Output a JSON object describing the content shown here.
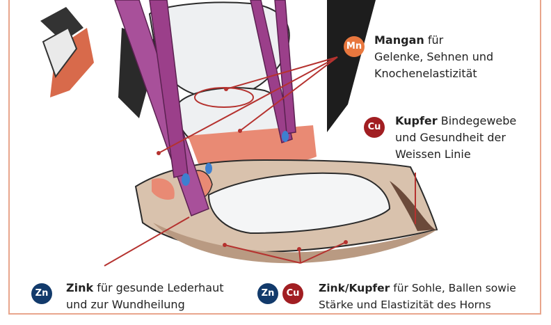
{
  "colors": {
    "frame": "#e8a58c",
    "leader": "#b5322f",
    "tendon": "#9b3f8a",
    "bone": "#eef0f2",
    "coronet": "#e0735c",
    "hoof_wall": "#c7a98f",
    "mangan_badge": "#e8773e",
    "kupfer_badge": "#a11e22",
    "zink_badge": "#123a6b"
  },
  "callouts": {
    "mangan": {
      "badge": "Mn",
      "title": "Mangan",
      "line1_rest": " für",
      "line2": "Gelenke, Sehnen und",
      "line3": "Knochenelastizität"
    },
    "kupfer": {
      "badge": "Cu",
      "title": "Kupfer",
      "line1_rest": " Bindegewebe",
      "line2": "und Gesundheit der",
      "line3": "Weissen Linie"
    },
    "zink": {
      "badge": "Zn",
      "title": "Zink",
      "line1_rest": " für gesunde Lederhaut",
      "line2": "und zur Wundheilung"
    },
    "zinkkupfer": {
      "badge_a": "Zn",
      "badge_b": "Cu",
      "title": "Zink/Kupfer",
      "line1_rest": " für Sohle, Ballen sowie",
      "line2": "Stärke und Elastizität des Horns"
    }
  }
}
